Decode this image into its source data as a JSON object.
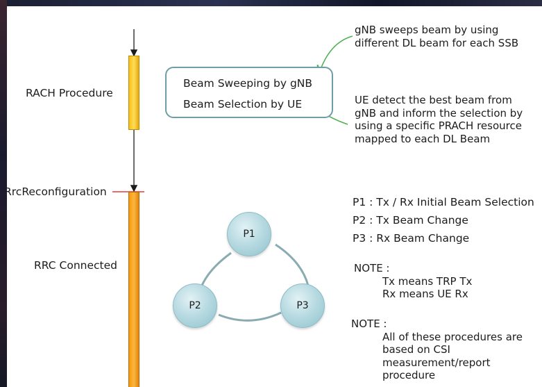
{
  "timeline": {
    "stages": [
      {
        "label": "RACH Procedure"
      },
      {
        "label": "RrcReconfiguration"
      },
      {
        "label": "RRC Connected"
      }
    ]
  },
  "beam_box": {
    "line1": "Beam Sweeping by gNB",
    "line2": "Beam Selection by UE"
  },
  "callouts": {
    "sweep": [
      "gNB sweeps beam by using",
      "different DL beam for each SSB"
    ],
    "select": [
      "UE detect the best beam from",
      "gNB and inform the selection by",
      "using a specific PRACH resource",
      "mapped to each DL Beam"
    ]
  },
  "cycle": {
    "nodes": [
      {
        "label": "P1"
      },
      {
        "label": "P2"
      },
      {
        "label": "P3"
      }
    ]
  },
  "legend": {
    "p1": "P1 : Tx / Rx Initial Beam Selection",
    "p2": "P2 : Tx Beam Change",
    "p3": "P3 : Rx Beam Change"
  },
  "note1": {
    "title": "NOTE :",
    "lines": [
      "Tx means TRP Tx",
      "Rx means UE Rx"
    ]
  },
  "note2": {
    "title": "NOTE :",
    "lines": [
      "All of these procedures are",
      "based on CSI",
      "measurement/report",
      "procedure"
    ]
  },
  "colors": {
    "rach_bar": "#f6c01c",
    "rrc_bar": "#f59a10",
    "box_border": "#6f9da5",
    "callout_arrow": "#4caf50",
    "marker_line": "#e53935",
    "node_fill": "#b9dbe2"
  }
}
